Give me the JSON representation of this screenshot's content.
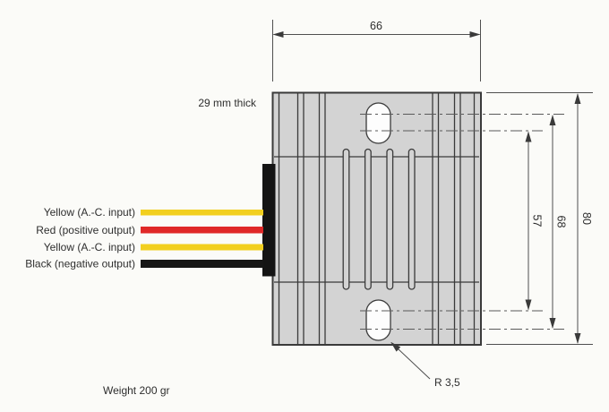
{
  "drawing": {
    "thickness_note": "29 mm thick",
    "weight_note": "Weight 200 gr",
    "radius_callout": "R 3,5",
    "dims": {
      "body_width_mm": "66",
      "body_height_mm": "80",
      "hole_span_outer_mm": "68",
      "hole_span_inner_mm": "57"
    },
    "wires": [
      {
        "label": "Yellow (A.-C. input)",
        "color": "#f2cf1f"
      },
      {
        "label": "Red (positive output)",
        "color": "#e02828"
      },
      {
        "label": "Yellow (A.-C. input)",
        "color": "#f2cf1f"
      },
      {
        "label": "Black (negative output)",
        "color": "#161616"
      }
    ],
    "colors": {
      "background": "#fbfbf8",
      "body_fill": "#d3d3d3",
      "outline": "#3a3a3a",
      "dim_lines": "#4f4f4f",
      "hole_fill": "#fdfdfd",
      "connector_fill": "#141414",
      "text": "#2e2e2e"
    }
  }
}
